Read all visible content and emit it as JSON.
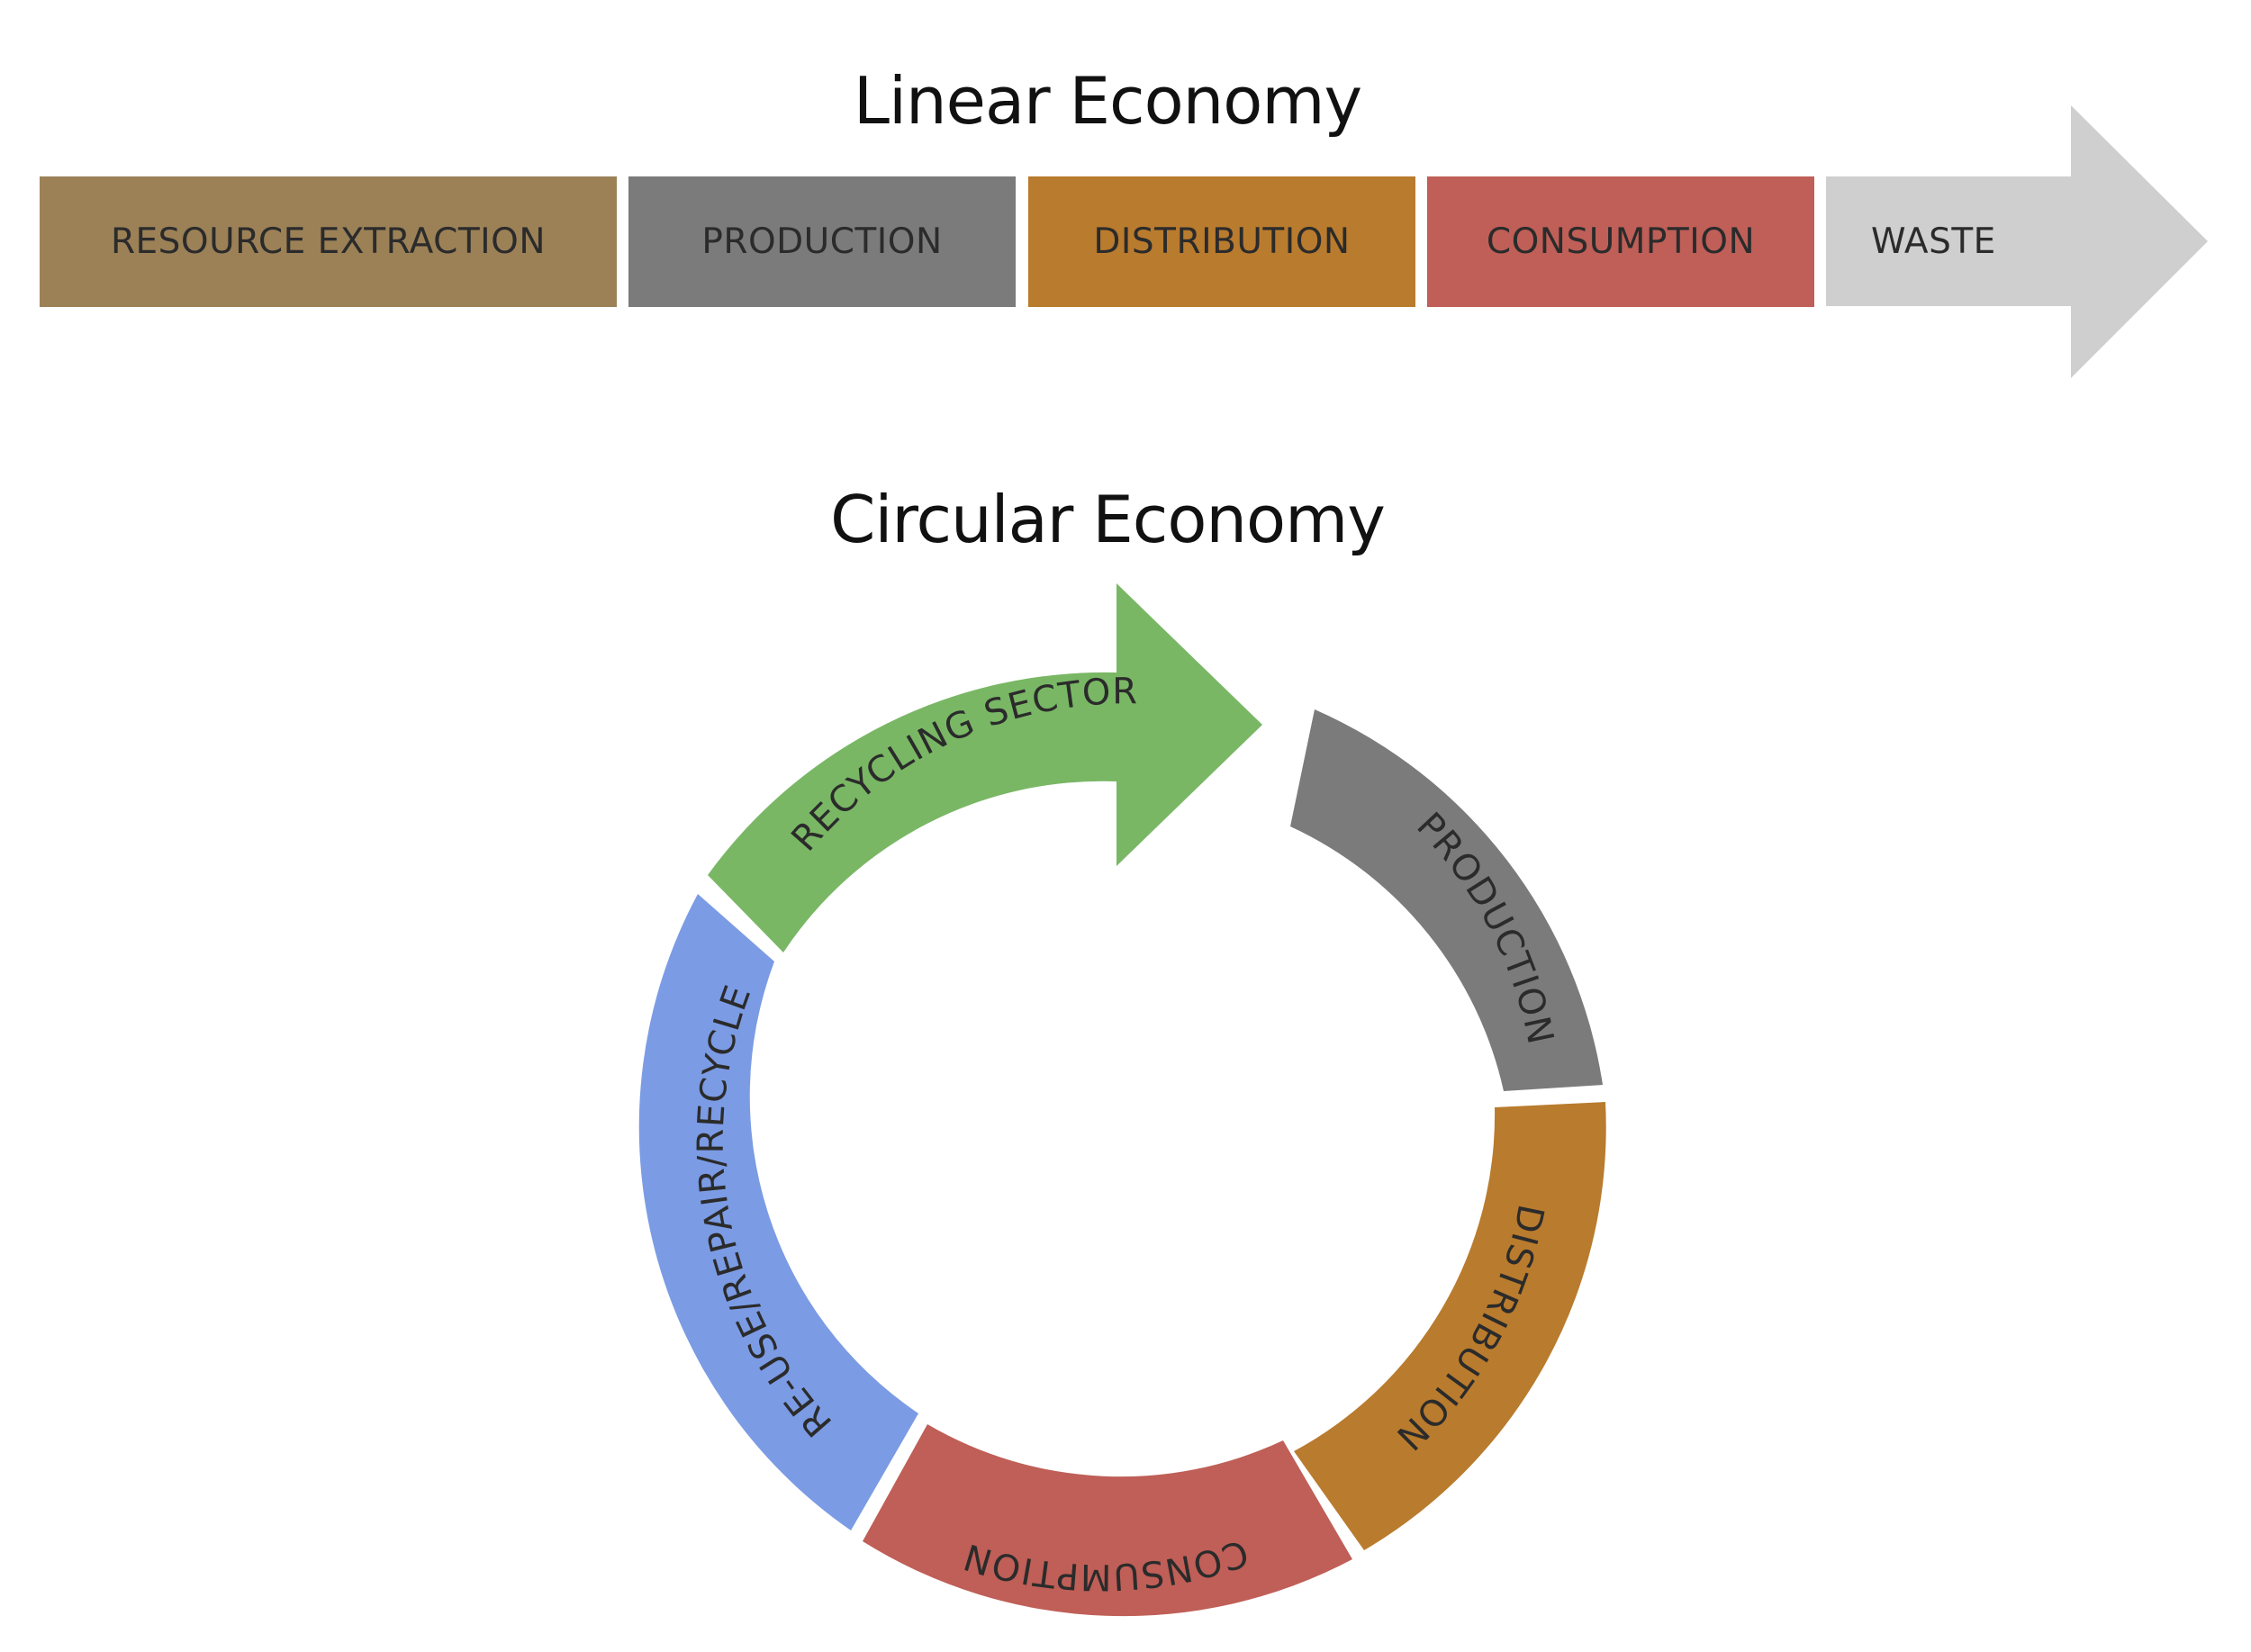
{
  "linear": {
    "title": "Linear Economy",
    "stages": [
      {
        "label": "RESOURCE EXTRACTION",
        "color": "#9c8157"
      },
      {
        "label": "PRODUCTION",
        "color": "#7b7b7b"
      },
      {
        "label": "DISTRIBUTION",
        "color": "#b97b2d"
      },
      {
        "label": "CONSUMPTION",
        "color": "#bf5f57"
      },
      {
        "label": "WASTE",
        "color": "#cfcfcf"
      }
    ]
  },
  "circular": {
    "title": "Circular Economy",
    "segments": [
      {
        "label": "RECYCLING SECTOR",
        "color": "#79b765"
      },
      {
        "label": "PRODUCTION",
        "color": "#7b7b7b"
      },
      {
        "label": "DISTRIBUTION",
        "color": "#b97b2d"
      },
      {
        "label": "CONSUMPTION",
        "color": "#bf5f57"
      },
      {
        "label": "RE-USE/REPAIR/RECYCLE",
        "color": "#7b9be4"
      }
    ]
  }
}
